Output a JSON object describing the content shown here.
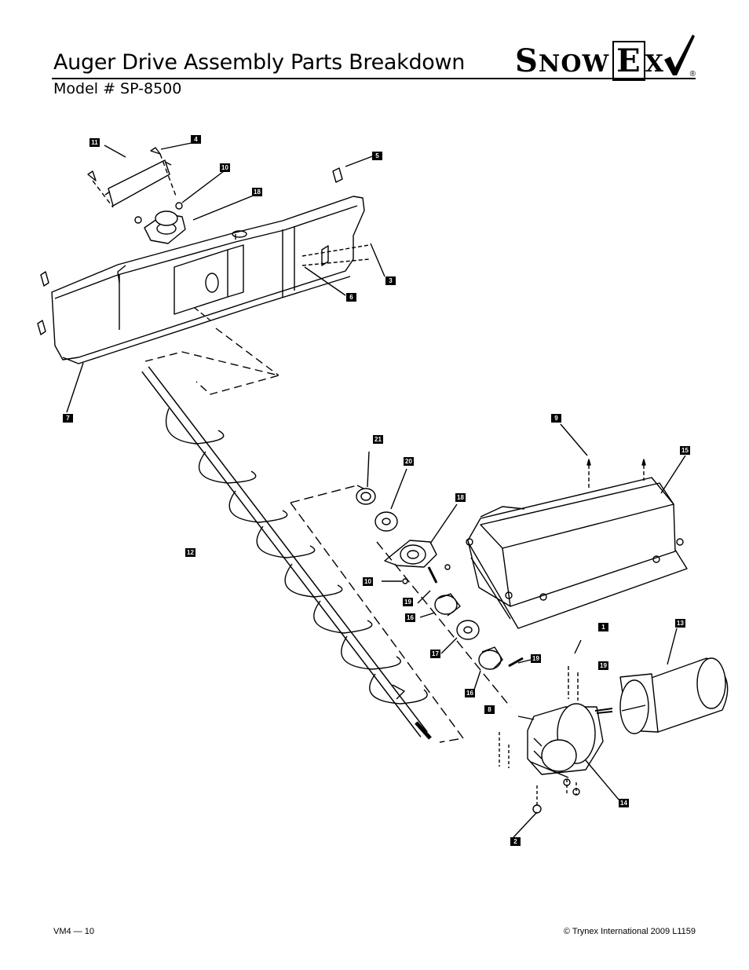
{
  "header": {
    "title": "Auger Drive Assembly Parts Breakdown",
    "subtitle": "Model # SP-8500",
    "logo_text_first": "S",
    "logo_text_mid": "NOW",
    "logo_text_e": "E",
    "logo_text_x": "X",
    "logo_reg": "®"
  },
  "callouts": {
    "c11": "11",
    "c4": "4",
    "c10a": "10",
    "c18a": "18",
    "c5": "5",
    "c3": "3",
    "c6": "6",
    "c7": "7",
    "c9": "9",
    "c15": "15",
    "c21": "21",
    "c20": "20",
    "c18b": "18",
    "c12": "12",
    "c10b": "10",
    "c19a": "19",
    "c16a": "16",
    "c17": "17",
    "c1": "1",
    "c13": "13",
    "c19b": "19",
    "c19c": "19",
    "c16b": "16",
    "c8": "8",
    "c14": "14",
    "c2": "2"
  },
  "footer": {
    "left": "VM4 — 10",
    "right": "© Trynex International 2009      L1159"
  }
}
